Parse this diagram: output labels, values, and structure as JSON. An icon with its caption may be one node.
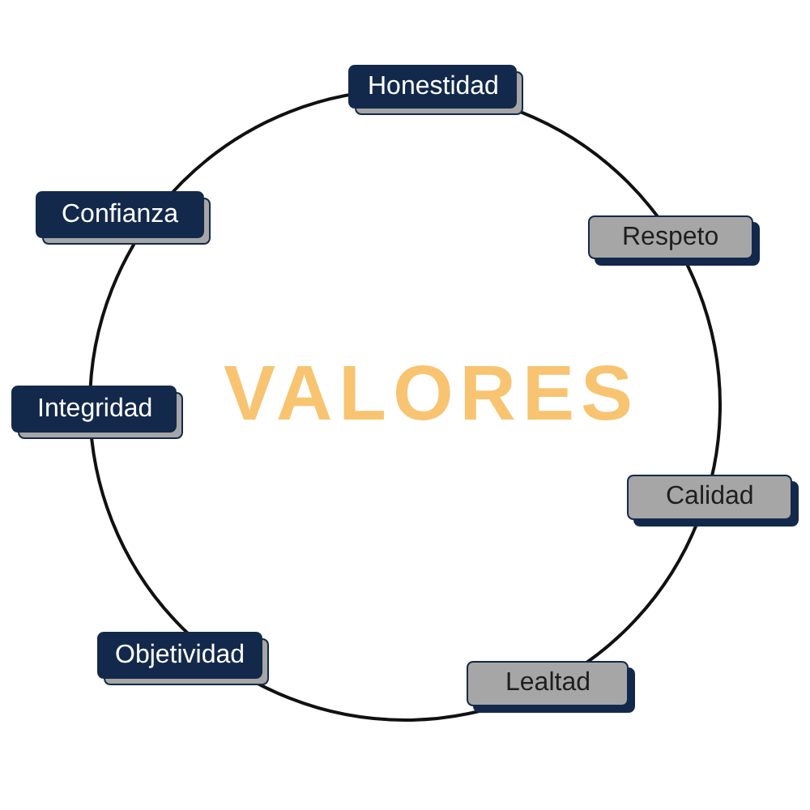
{
  "diagram": {
    "nodes": [
      {
        "text": [
          "VALORES"
        ]
      },
      {
        "text": [
          "Honestidad"
        ]
      },
      {
        "text": [
          "Confianza"
        ]
      },
      {
        "text": [
          "Respeto"
        ]
      },
      {
        "text": [
          "Integridad"
        ]
      },
      {
        "text": [
          "Calidad"
        ]
      },
      {
        "text": [
          "Objetividad"
        ]
      },
      {
        "text": [
          "Lealtad"
        ]
      }
    ]
  }
}
